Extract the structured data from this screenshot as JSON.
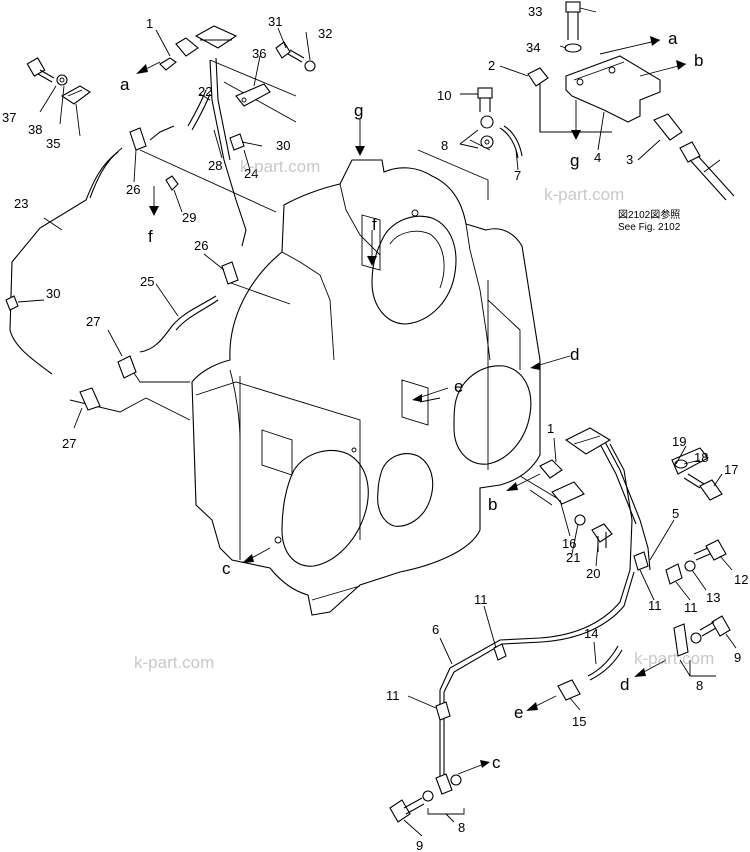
{
  "figure_ref": {
    "line1": "図2102図参照",
    "line2": "See Fig. 2102"
  },
  "watermark": "k-part.com",
  "direction_letters": {
    "a": "a",
    "b": "b",
    "c": "c",
    "d": "d",
    "e": "e",
    "f": "f",
    "g": "g"
  },
  "part_numbers": [
    "1",
    "2",
    "3",
    "4",
    "5",
    "6",
    "7",
    "8",
    "9",
    "10",
    "11",
    "12",
    "13",
    "14",
    "15",
    "16",
    "17",
    "18",
    "19",
    "20",
    "21",
    "22",
    "23",
    "24",
    "25",
    "26",
    "27",
    "28",
    "29",
    "30",
    "31",
    "32",
    "33",
    "34",
    "35",
    "36",
    "37",
    "38"
  ]
}
